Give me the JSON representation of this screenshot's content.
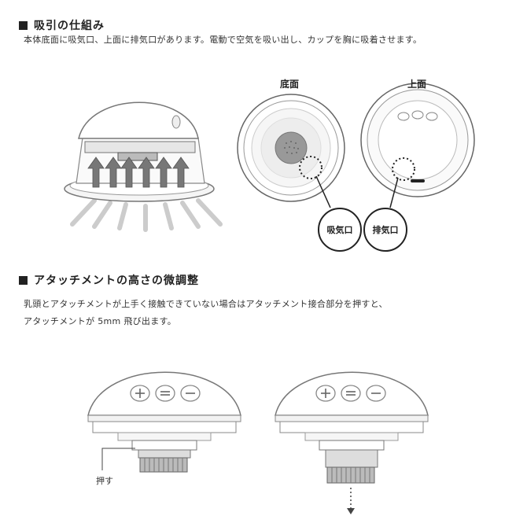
{
  "section1": {
    "title": "吸引の仕組み",
    "description": "本体底面に吸気口、上面に排気口があります。電動で空気を吸い出し、カップを胸に吸着させます。",
    "bottom_label": "底面",
    "top_label": "上面",
    "intake_label": "吸気口",
    "exhaust_label": "排気口"
  },
  "section2": {
    "title": "アタッチメントの高さの微調整",
    "description_line1": "乳頭とアタッチメントが上手く接触できていない場合はアタッチメント接合部分を押すと、",
    "description_line2": "アタッチメントが 5mm 飛び出ます。",
    "push_label": "押す"
  }
}
